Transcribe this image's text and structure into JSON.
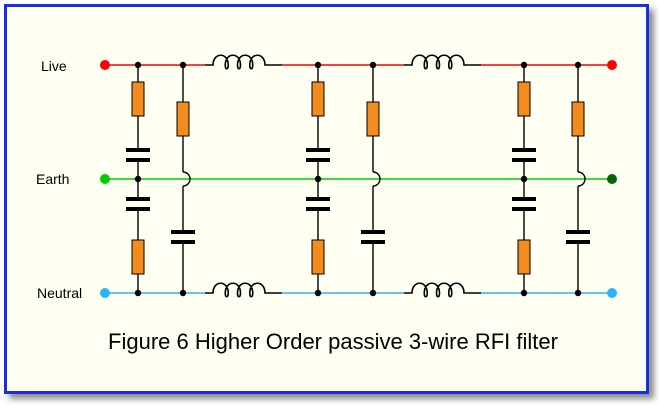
{
  "labels": {
    "live": "Live",
    "earth": "Earth",
    "neutral": "Neutral"
  },
  "caption": "Figure 6  Higher Order passive 3-wire RFI filter",
  "colors": {
    "frame": "#1a2fe0",
    "background": "#fffff2",
    "live": "#ff0000",
    "earth": "#00cc00",
    "neutral": "#29b6f6",
    "resistor": "#f28c1e",
    "wire": "#000000"
  },
  "stages": 3,
  "series_inductors": 4
}
